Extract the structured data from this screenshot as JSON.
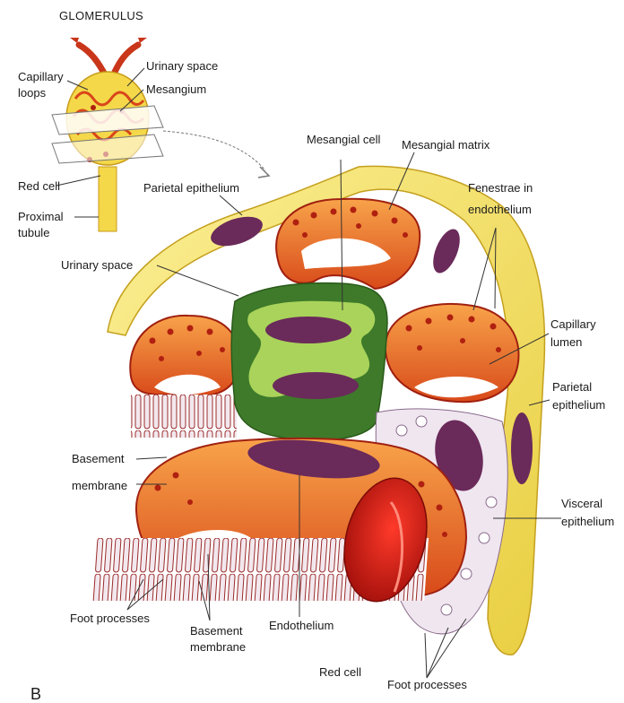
{
  "inset": {
    "title": "GLOMERULUS",
    "labels": {
      "capillary_loops_1": "Capillary",
      "capillary_loops_2": "loops",
      "urinary_space": "Urinary space",
      "mesangium": "Mesangium",
      "red_cell": "Red cell",
      "proximal_tubule_1": "Proximal",
      "proximal_tubule_2": "tubule"
    }
  },
  "main": {
    "labels": {
      "mesangial_cell": "Mesangial cell",
      "mesangial_matrix": "Mesangial matrix",
      "parietal_epithelium_top": "Parietal epithelium",
      "fenestrae_1": "Fenestrae in",
      "fenestrae_2": "endothelium",
      "urinary_space": "Urinary space",
      "capillary_lumen_1": "Capillary",
      "capillary_lumen_2": "lumen",
      "parietal_epithelium_right_1": "Parietal",
      "parietal_epithelium_right_2": "epithelium",
      "basement_membrane_left_1": "Basement",
      "basement_membrane_left_2": "membrane",
      "visceral_epithelium_1": "Visceral",
      "visceral_epithelium_2": "epithelium",
      "foot_processes_left": "Foot processes",
      "basement_membrane_bottom_1": "Basement",
      "basement_membrane_bottom_2": "membrane",
      "endothelium": "Endothelium",
      "red_cell": "Red cell",
      "foot_processes_bottom": "Foot processes"
    }
  },
  "panel_letter": "B",
  "colors": {
    "capsule_yellow": "#f4e26a",
    "capillary_orange": "#f08a2c",
    "capillary_red": "#c8321c",
    "mesangium_green": "#3e7a2a",
    "mesangium_light": "#a9d35a",
    "nucleus_purple": "#6a2a5a",
    "visceral_white": "#efe6f0",
    "red_cell": "#c81a12"
  }
}
